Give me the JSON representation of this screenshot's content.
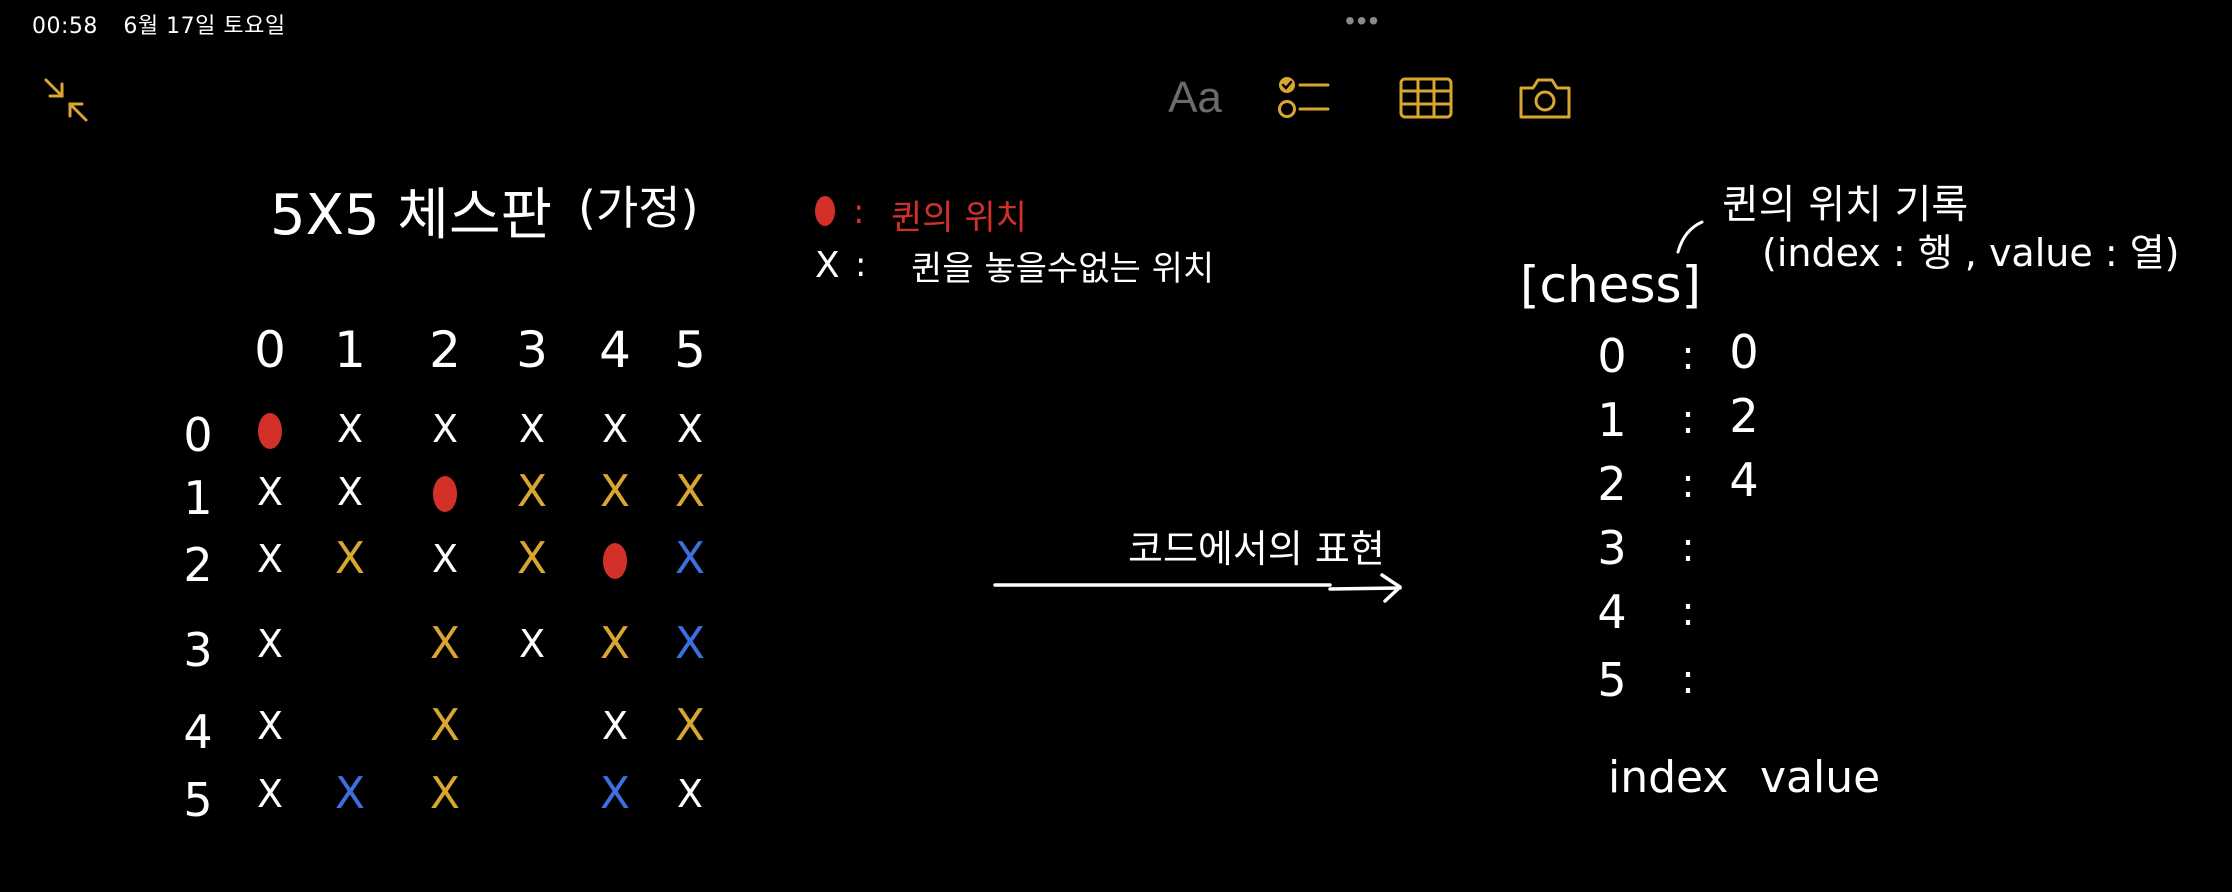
{
  "status_bar": {
    "time": "00:58",
    "date": "6월 17일 토요일"
  },
  "toolbar": {
    "text_format_label": "Aa",
    "icons": [
      "collapse-icon",
      "checklist-icon",
      "table-icon",
      "camera-icon"
    ],
    "accent_color": "#D9A632"
  },
  "note": {
    "title": "5X5 체스판",
    "title_suffix": "(가정)",
    "legend": [
      {
        "symbol": "●",
        "separator": ":",
        "text": "퀸의 위치",
        "color": "#D3302A"
      },
      {
        "symbol": "X",
        "separator": ":",
        "text": "퀸을 놓을수없는 위치",
        "color": "#FFFFFF"
      }
    ],
    "board": {
      "col_headers": [
        "0",
        "1",
        "2",
        "3",
        "4",
        "5"
      ],
      "row_headers": [
        "0",
        "1",
        "2",
        "3",
        "4",
        "5"
      ],
      "rows": [
        [
          "queen",
          "X:white",
          "X:white",
          "X:white",
          "X:white",
          "X:white"
        ],
        [
          "X:white",
          "X:white",
          "queen",
          "X:gold",
          "X:gold",
          "X:gold"
        ],
        [
          "X:white",
          "X:gold",
          "X:white",
          "X:gold",
          "queen",
          "X:blue"
        ],
        [
          "X:white",
          "",
          "X:gold",
          "X:white",
          "X:gold",
          "X:blue"
        ],
        [
          "X:white",
          "",
          "X:gold",
          "",
          "X:white",
          "X:gold"
        ],
        [
          "X:white",
          "X:blue",
          "X:gold",
          "",
          "X:blue",
          "X:white"
        ]
      ]
    },
    "arrow_label": "코드에서의 표현",
    "array": {
      "name": "[chess]",
      "annotation_line1": "퀸의 위치 기록",
      "annotation_line2": "(index : 행 , value : 열)",
      "indices": [
        "0",
        "1",
        "2",
        "3",
        "4",
        "5"
      ],
      "values": [
        "0",
        "2",
        "4",
        "",
        "",
        ""
      ],
      "index_label": "index",
      "value_label": "value"
    },
    "colors": {
      "white": "#FFFFFF",
      "red": "#D3302A",
      "gold": "#D9A632",
      "blue": "#3D6FE0"
    }
  }
}
